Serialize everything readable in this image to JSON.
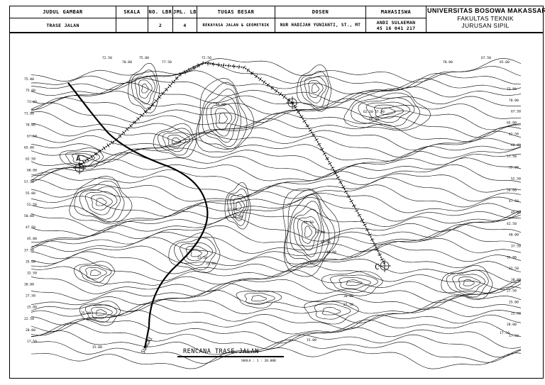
{
  "title_block": {
    "judul_gambar_label": "JUDUL GAMBAR",
    "judul_gambar_value": "TRASE JALAN",
    "skala_label": "SKALA",
    "skala_value": "",
    "no_lbr_label": "NO. LBR",
    "no_lbr_value": "2",
    "jml_lbr_label": "JML. LBR",
    "jml_lbr_value": "4",
    "tugas_besar_label": "TUGAS BESAR",
    "tugas_besar_value": "REKAYASA JALAN & GEOMETRIK",
    "dosen_label": "DOSEN",
    "dosen_value": "NUR HADIJAH YUNIANTI, ST., MT",
    "mahasiswa_label": "MAHASISWA",
    "mahasiswa_value": "ANDI SULAEMAN\n45 16 041 217",
    "university": "UNIVERSITAS BOSOWA MAKASSAR",
    "faculty": "FAKULTAS TEKNIK",
    "department": "JURUSAN SIPIL"
  },
  "map": {
    "river_label": "SUNGAI",
    "point_a": "A",
    "point_c": "C",
    "drawing_title": "RENCANA TRASE JALAN",
    "scale_text": "SKALA : 1 : 20.000",
    "left_elevations": [
      "75.00",
      "75.00",
      "73.00",
      "71.00",
      "70.00",
      "67.50",
      "65.00",
      "62.50",
      "60.00",
      "57.50",
      "55.00",
      "52.50",
      "50.00",
      "47.50",
      "45.00",
      "37.50",
      "35.00",
      "32.50",
      "30.00",
      "27.50",
      "25.00",
      "22.50",
      "20.00",
      "17.50"
    ],
    "right_elevations": [
      "72.50",
      "70.00",
      "67.50",
      "65.00",
      "62.50",
      "60.00",
      "57.50",
      "55.00",
      "52.50",
      "50.00",
      "47.50",
      "45.00",
      "42.50",
      "40.00",
      "37.50",
      "35.00",
      "32.50",
      "30.00",
      "27.50",
      "25.00",
      "22.50",
      "20.00",
      "17.50"
    ],
    "top_elevations": [
      "72.50",
      "70.00",
      "75.00",
      "77.50",
      "72.50",
      "70.00",
      "67.50",
      "65.00"
    ],
    "bottom_elevations": [
      "15.00",
      "15.00",
      "17.50"
    ],
    "inner_elevations": [
      "52.50",
      "50.00",
      "47.50",
      "45.00",
      "42.50",
      "40.00",
      "37.50",
      "35.00",
      "62.50",
      "60.00",
      "57.50",
      "55.00",
      "30.00",
      "27.50",
      "25.00",
      "22.50"
    ]
  },
  "colors": {
    "line": "#000000",
    "background": "#ffffff"
  }
}
